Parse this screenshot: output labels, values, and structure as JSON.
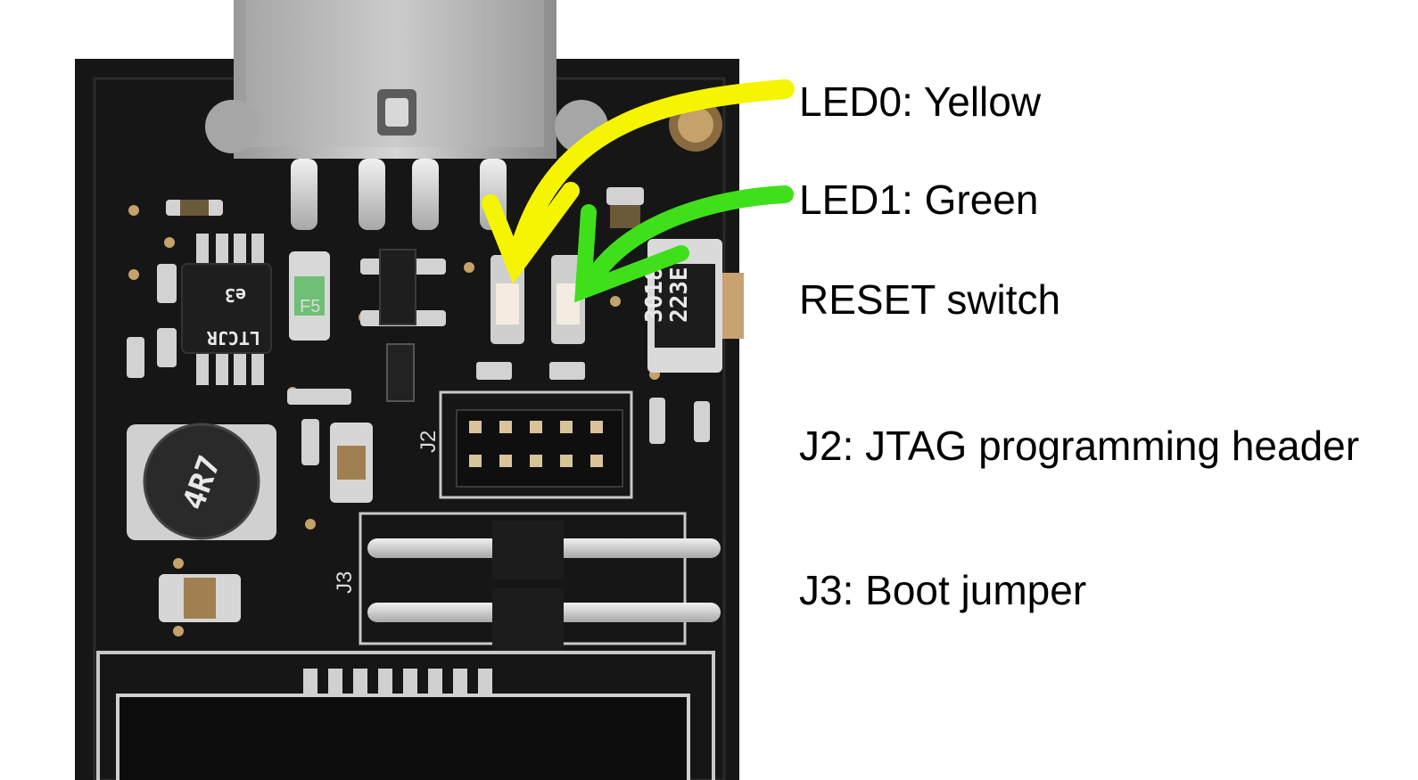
{
  "labels": {
    "led0": "LED0: Yellow",
    "led1": "LED1: Green",
    "reset": "RESET switch",
    "j2": "J2: JTAG programming header",
    "j3": "J3: Boot jumper"
  },
  "board_markings": {
    "regulator_top": "e3",
    "regulator_bottom": "LTCJR",
    "inductor": "4R7",
    "fuse": "F5",
    "switch_line1": "3018",
    "switch_line2": "223E",
    "j2_silk": "J2",
    "j3_silk": "J3"
  },
  "colors": {
    "board": "#161616",
    "silkscreen": "#c8c8c8",
    "led0_arrow": "#f5f500",
    "led1_arrow": "#3fe01a",
    "label_text": "#000000"
  }
}
